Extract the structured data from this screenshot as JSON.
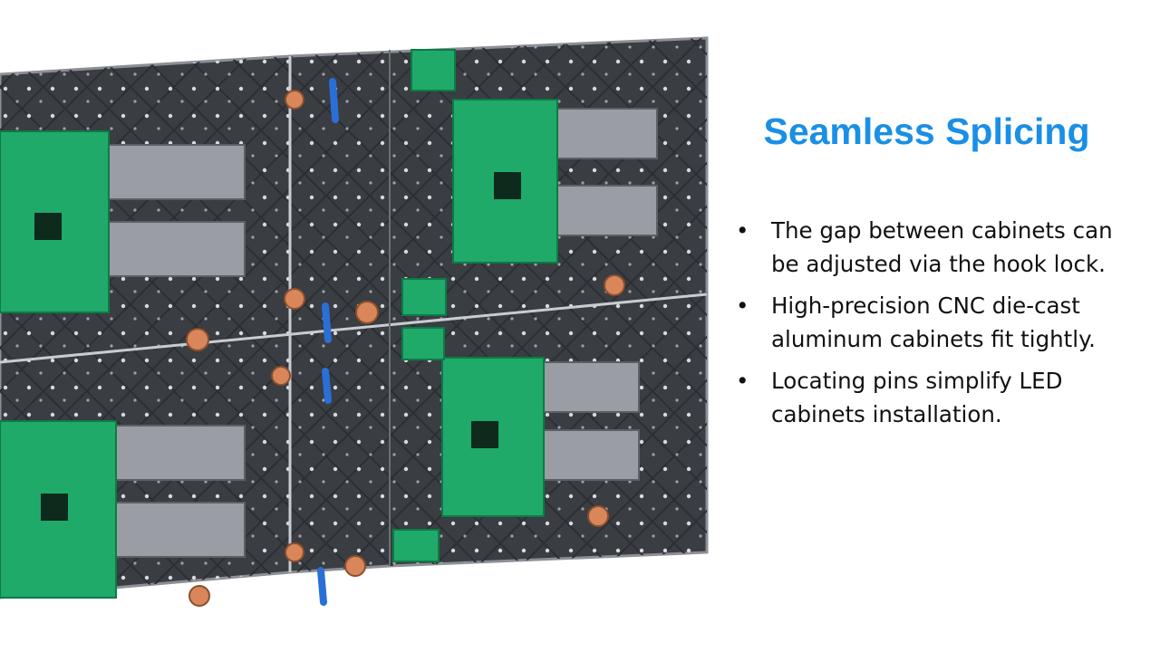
{
  "slide": {
    "title": "Seamless Splicing",
    "bullets": [
      "The gap between cabinets can be adjusted via the hook lock.",
      "High-precision CNC die-cast aluminum cabinets fit tightly.",
      "Locating pins simplify LED cabinets installation."
    ],
    "bullet_glyph": "•"
  },
  "colors": {
    "title": "#1a8fe6",
    "cabinet": "#3a3d42",
    "pcb": "#1faa6a",
    "pin": "#2a6fd6",
    "lock": "#d9865a"
  },
  "image": {
    "subject": "led-cabinet-back-panels-icon"
  }
}
